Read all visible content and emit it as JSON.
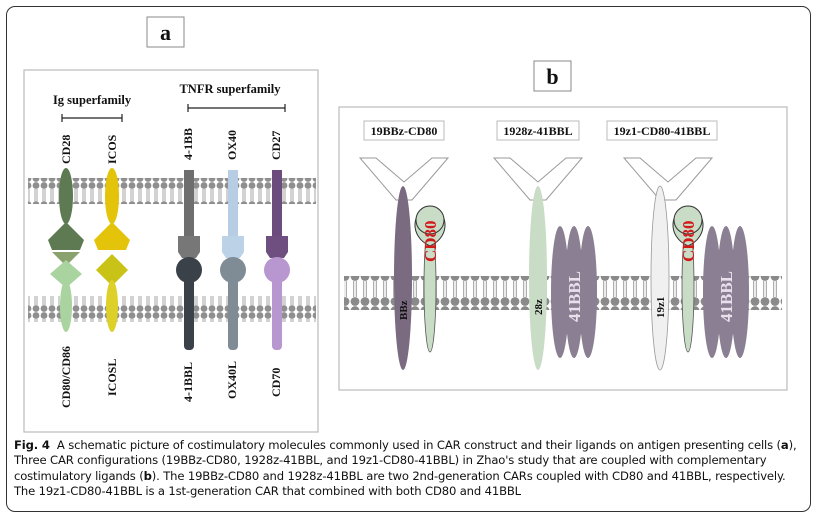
{
  "panel_a": {
    "label": "a",
    "ig_group": "Ig superfamily",
    "tnfr_group": "TNFR superfamily",
    "receptors": [
      "CD28",
      "ICOS",
      "4-1BB",
      "OX40",
      "CD27"
    ],
    "ligands": [
      "CD80/CD86",
      "ICOSL",
      "4-1BBL",
      "OX40L",
      "CD70"
    ]
  },
  "panel_b": {
    "label": "b",
    "constructs": [
      "19BBz-CD80",
      "1928z-41BBL",
      "19z1-CD80-41BBL"
    ],
    "car_labels": [
      "BBz",
      "28z",
      "19z1"
    ],
    "cd80_label": "CD80",
    "bbl_label": "41BBL"
  },
  "caption": {
    "fig_label": "Fig. 4",
    "p1": "A schematic picture of costimulatory molecules commonly used in CAR construct and their ligands on antigen presenting cells (",
    "r_a": "a",
    "p2": "), Three CAR configurations (19BBz-CD80, 1928z-41BBL, and 19z1-CD80-41BBL) in Zhao's study that are coupled with complementary costimulatory ligands (",
    "r_b": "b",
    "p3": "). The 19BBz-CD80 and 1928z-41BBL are two 2nd-generation CARs coupled with CD80 and 41BBL, respectively. The 19z1-CD80-41BBL is a 1st-generation CAR that combined with both CD80 and 41BBL"
  }
}
